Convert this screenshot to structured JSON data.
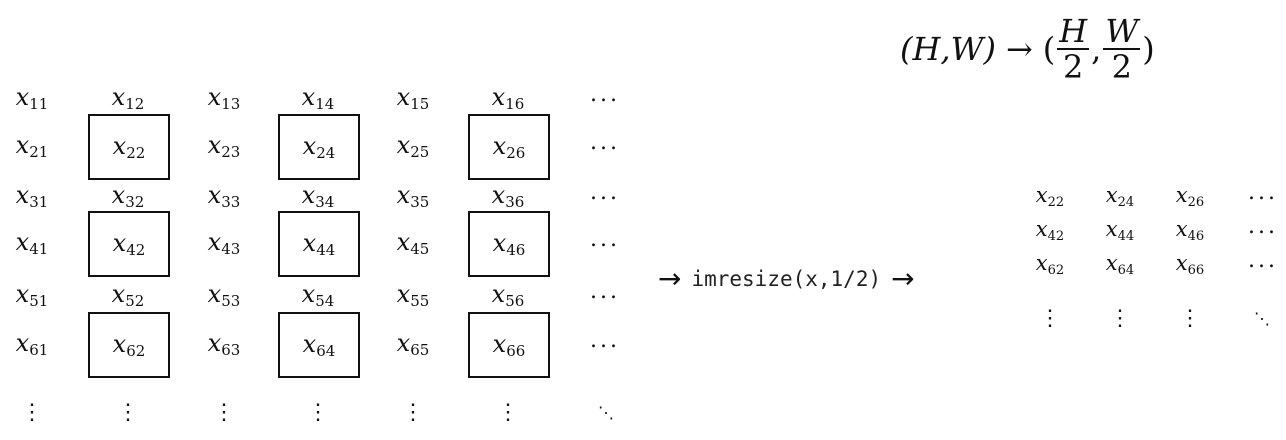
{
  "formula": {
    "lhs": "(H,W)",
    "arrow": "→",
    "open": "(",
    "num1": "H",
    "den1": "2",
    "comma": ",",
    "num2": "W",
    "den2": "2",
    "close": ")"
  },
  "input_grid": {
    "var": "x",
    "rows": [
      [
        "11",
        "12",
        "13",
        "14",
        "15",
        "16"
      ],
      [
        "21",
        "22",
        "23",
        "24",
        "25",
        "26"
      ],
      [
        "31",
        "32",
        "33",
        "34",
        "35",
        "36"
      ],
      [
        "41",
        "42",
        "43",
        "44",
        "45",
        "46"
      ],
      [
        "51",
        "52",
        "53",
        "54",
        "55",
        "56"
      ],
      [
        "61",
        "62",
        "63",
        "64",
        "65",
        "66"
      ]
    ],
    "boxed": [
      "22",
      "24",
      "26",
      "42",
      "44",
      "46",
      "62",
      "64",
      "66"
    ],
    "hdots": "...",
    "vdots": "⋮",
    "ddots": "⋱"
  },
  "operation": {
    "arrow_left": "→",
    "code": "imresize(x,1/2)",
    "arrow_right": "→"
  },
  "output_grid": {
    "var": "x",
    "rows": [
      [
        "22",
        "24",
        "26"
      ],
      [
        "42",
        "44",
        "46"
      ],
      [
        "62",
        "64",
        "66"
      ]
    ],
    "hdots": "...",
    "vdots": "⋮",
    "ddots": "⋱"
  }
}
